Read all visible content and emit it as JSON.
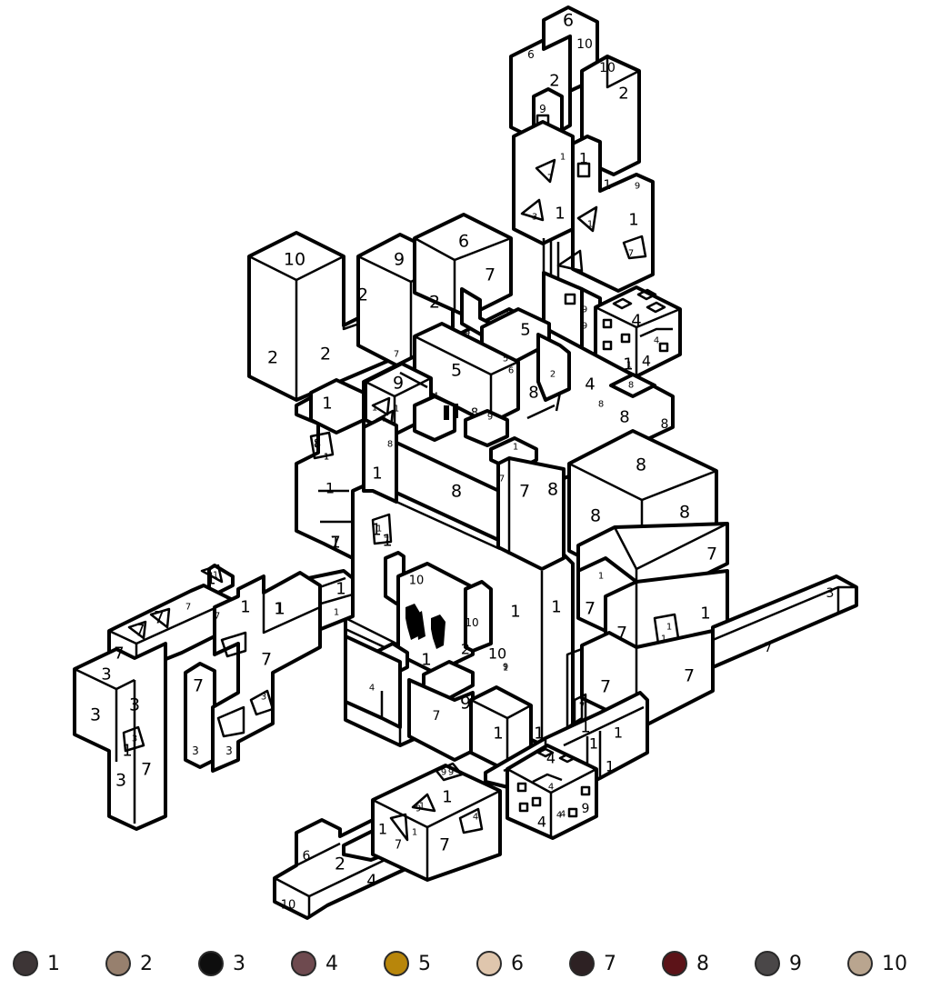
{
  "regions": [
    {
      "t": "6",
      "s": 19
    },
    {
      "t": "10",
      "s": 14
    },
    {
      "t": "6",
      "s": 12
    },
    {
      "t": "2",
      "s": 18
    },
    {
      "t": "10",
      "s": 14
    },
    {
      "t": "2",
      "s": 18
    },
    {
      "t": "9",
      "s": 12
    },
    {
      "t": "1",
      "s": 10
    },
    {
      "t": "1",
      "s": 16
    },
    {
      "t": "7",
      "s": 10
    },
    {
      "t": "1",
      "s": 14
    },
    {
      "t": "9",
      "s": 10
    },
    {
      "t": "3",
      "s": 10
    },
    {
      "t": "1",
      "s": 18
    },
    {
      "t": "1",
      "s": 10
    },
    {
      "t": "1",
      "s": 18
    },
    {
      "t": "7",
      "s": 10
    },
    {
      "t": "1",
      "s": 18
    },
    {
      "t": "9",
      "s": 10
    },
    {
      "t": "9",
      "s": 10
    },
    {
      "t": "4",
      "s": 18
    },
    {
      "t": "4",
      "s": 10
    },
    {
      "t": "4",
      "s": 16
    },
    {
      "t": "1",
      "s": 10
    },
    {
      "t": "10",
      "s": 19
    },
    {
      "t": "9",
      "s": 19
    },
    {
      "t": "6",
      "s": 19
    },
    {
      "t": "2",
      "s": 19
    },
    {
      "t": "7",
      "s": 19
    },
    {
      "t": "2",
      "s": 19
    },
    {
      "t": "2",
      "s": 19
    },
    {
      "t": "2",
      "s": 19
    },
    {
      "t": "1",
      "s": 10
    },
    {
      "t": "5",
      "s": 18
    },
    {
      "t": "9",
      "s": 10
    },
    {
      "t": "5",
      "s": 19
    },
    {
      "t": "5",
      "s": 10
    },
    {
      "t": "6",
      "s": 10
    },
    {
      "t": "2",
      "s": 10
    },
    {
      "t": "8",
      "s": 18
    },
    {
      "t": "4",
      "s": 18
    },
    {
      "t": "7",
      "s": 10
    },
    {
      "t": "9",
      "s": 19
    },
    {
      "t": "4",
      "s": 10
    },
    {
      "t": "8",
      "s": 10
    },
    {
      "t": "9",
      "s": 10
    },
    {
      "t": "8",
      "s": 13
    },
    {
      "t": "8",
      "s": 10
    },
    {
      "t": "8",
      "s": 18
    },
    {
      "t": "8",
      "s": 14
    },
    {
      "t": "1",
      "s": 18
    },
    {
      "t": "1",
      "s": 10
    },
    {
      "t": "1",
      "s": 10
    },
    {
      "t": "1",
      "s": 10
    },
    {
      "t": "8",
      "s": 13
    },
    {
      "t": "1",
      "s": 10
    },
    {
      "t": "1",
      "s": 16
    },
    {
      "t": "1",
      "s": 18
    },
    {
      "t": "8",
      "s": 10
    },
    {
      "t": "8",
      "s": 19
    },
    {
      "t": "1",
      "s": 10
    },
    {
      "t": "7",
      "s": 10
    },
    {
      "t": "7",
      "s": 19
    },
    {
      "t": "8",
      "s": 19
    },
    {
      "t": "8",
      "s": 19
    },
    {
      "t": "8",
      "s": 19
    },
    {
      "t": "8",
      "s": 19
    },
    {
      "t": "1",
      "s": 18
    },
    {
      "t": "1",
      "s": 10
    },
    {
      "t": "7",
      "s": 10
    },
    {
      "t": "1",
      "s": 18
    },
    {
      "t": "10",
      "s": 13
    },
    {
      "t": "1",
      "s": 18
    },
    {
      "t": "1",
      "s": 18
    },
    {
      "t": "10",
      "s": 12
    },
    {
      "t": "2",
      "s": 16
    },
    {
      "t": "10",
      "s": 16
    },
    {
      "t": "9",
      "s": 10
    },
    {
      "t": "4",
      "s": 10
    },
    {
      "t": "9",
      "s": 19
    },
    {
      "t": "7",
      "s": 14
    },
    {
      "t": "1",
      "s": 18
    },
    {
      "t": "1",
      "s": 18
    },
    {
      "t": "1",
      "s": 10
    },
    {
      "t": "7",
      "s": 19
    },
    {
      "t": "7",
      "s": 19
    },
    {
      "t": "7",
      "s": 19
    },
    {
      "t": "1",
      "s": 10
    },
    {
      "t": "1",
      "s": 10
    },
    {
      "t": "1",
      "s": 18
    },
    {
      "t": "7",
      "s": 19
    },
    {
      "t": "7",
      "s": 19
    },
    {
      "t": "3",
      "s": 14
    },
    {
      "t": "7",
      "s": 14
    },
    {
      "t": "7",
      "s": 10
    },
    {
      "t": "1",
      "s": 18
    },
    {
      "t": "1",
      "s": 16
    },
    {
      "t": "1",
      "s": 16
    },
    {
      "t": "1",
      "s": 16
    },
    {
      "t": "1",
      "s": 18
    },
    {
      "t": "1",
      "s": 10
    },
    {
      "t": "4",
      "s": 16
    },
    {
      "t": "4",
      "s": 10
    },
    {
      "t": "4",
      "s": 16
    },
    {
      "t": "4",
      "s": 10
    },
    {
      "t": "9",
      "s": 14
    },
    {
      "t": "4",
      "s": 10
    },
    {
      "t": "9",
      "s": 10
    },
    {
      "t": "1",
      "s": 18
    },
    {
      "t": "9",
      "s": 10
    },
    {
      "t": "1",
      "s": 10
    },
    {
      "t": "4",
      "s": 10
    },
    {
      "t": "9",
      "s": 10
    },
    {
      "t": "1",
      "s": 16
    },
    {
      "t": "1",
      "s": 10
    },
    {
      "t": "7",
      "s": 13
    },
    {
      "t": "7",
      "s": 19
    },
    {
      "t": "6",
      "s": 14
    },
    {
      "t": "2",
      "s": 19
    },
    {
      "t": "4",
      "s": 18
    },
    {
      "t": "10",
      "s": 13
    },
    {
      "t": "1",
      "s": 18
    },
    {
      "t": "1",
      "s": 18
    },
    {
      "t": "7",
      "s": 19
    },
    {
      "t": "7",
      "s": 10
    },
    {
      "t": "7",
      "s": 10
    },
    {
      "t": "7",
      "s": 18
    },
    {
      "t": "7",
      "s": 19
    },
    {
      "t": "1",
      "s": 10
    },
    {
      "t": "7",
      "s": 18
    },
    {
      "t": "7",
      "s": 19
    },
    {
      "t": "3",
      "s": 10
    },
    {
      "t": "3",
      "s": 18
    },
    {
      "t": "3",
      "s": 19
    },
    {
      "t": "3",
      "s": 19
    },
    {
      "t": "3",
      "s": 10
    },
    {
      "t": "3",
      "s": 19
    },
    {
      "t": "7",
      "s": 19
    },
    {
      "t": "3",
      "s": 12
    },
    {
      "t": "3",
      "s": 12
    },
    {
      "t": "1",
      "s": 18
    },
    {
      "t": "1",
      "s": 18
    },
    {
      "t": "1",
      "s": 18
    },
    {
      "t": "1",
      "s": 18
    },
    {
      "t": "8",
      "s": 10
    },
    {
      "t": "1",
      "s": 10
    },
    {
      "t": "7",
      "s": 10
    },
    {
      "t": "1",
      "s": 10
    },
    {
      "t": "7",
      "s": 18
    },
    {
      "t": "1",
      "s": 18
    }
  ],
  "palette": [
    {
      "number": "1",
      "color": "#3d3536"
    },
    {
      "number": "2",
      "color": "#97806e"
    },
    {
      "number": "3",
      "color": "#0e0e0e"
    },
    {
      "number": "4",
      "color": "#6e4a4f"
    },
    {
      "number": "5",
      "color": "#b8860b"
    },
    {
      "number": "6",
      "color": "#dfc6ad"
    },
    {
      "number": "7",
      "color": "#2d2123"
    },
    {
      "number": "8",
      "color": "#5c1318"
    },
    {
      "number": "9",
      "color": "#4a4748"
    },
    {
      "number": "10",
      "color": "#b9a58f"
    }
  ]
}
